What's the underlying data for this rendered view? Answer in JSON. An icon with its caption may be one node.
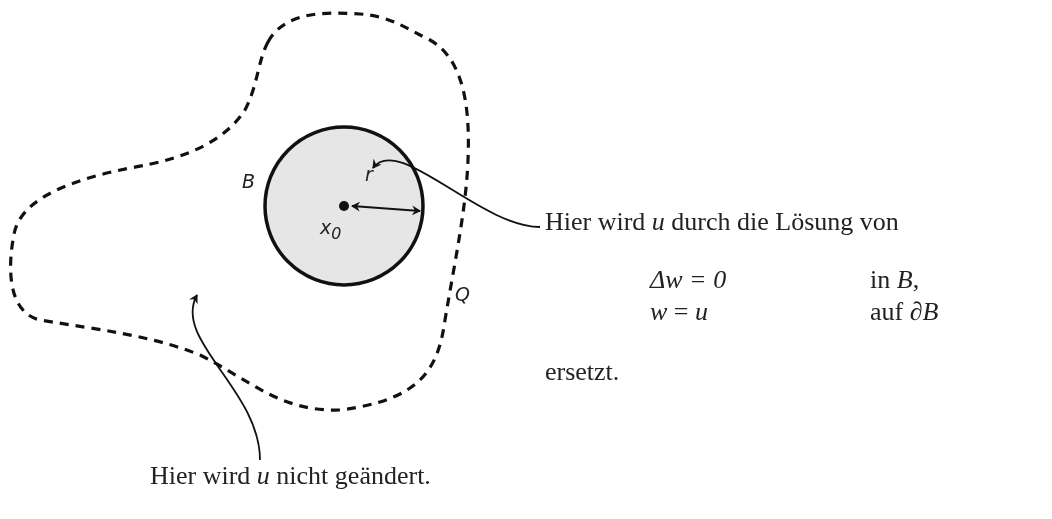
{
  "diagram": {
    "nodes": [
      {
        "text": [
          "Q"
        ]
      },
      {
        "text": [
          "B"
        ],
        "in": 0
      },
      {
        "text": [
          "Hier wird *u* durch die Lösung von",
          "Δw = 0",
          "in *B*,",
          "*w* = *u*",
          "auf ∂*B*",
          "ersetzt."
        ]
      },
      {
        "text": [
          "Hier wird *u* nicht geändert."
        ]
      }
    ],
    "edges": [
      {
        "from": 2,
        "to": 1,
        "arrow": "to"
      },
      {
        "from": 3,
        "to": 0,
        "arrow": "to"
      }
    ],
    "labels": [
      "x$_{0}$",
      "r"
    ]
  }
}
